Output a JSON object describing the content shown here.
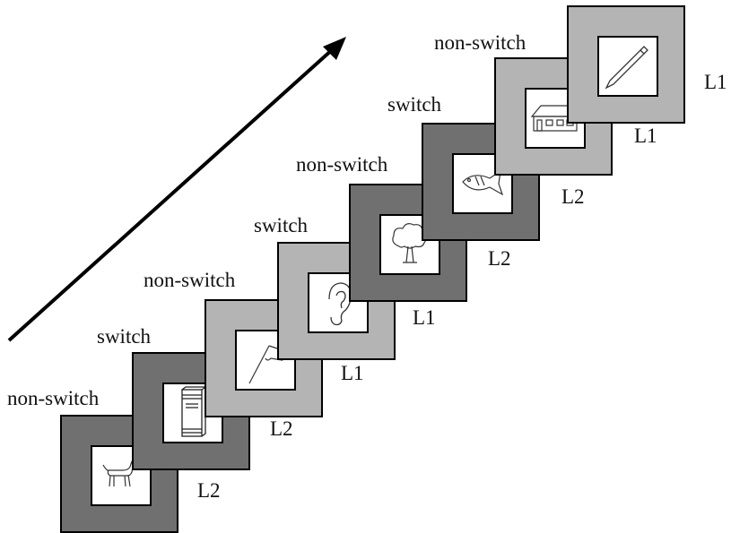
{
  "trials": [
    {
      "picture": "dog-icon",
      "cue": "dark",
      "condition": "non-switch",
      "language": "L2"
    },
    {
      "picture": "book-icon",
      "cue": "dark",
      "condition": "switch",
      "language": "L2"
    },
    {
      "picture": "flag-icon",
      "cue": "light",
      "condition": "non-switch",
      "language": "L1"
    },
    {
      "picture": "ear-icon",
      "cue": "light",
      "condition": "switch",
      "language": "L1"
    },
    {
      "picture": "tree-icon",
      "cue": "dark",
      "condition": "non-switch",
      "language": "L2"
    },
    {
      "picture": "fish-icon",
      "cue": "dark",
      "condition": "switch",
      "language": "L2"
    },
    {
      "picture": "house-icon",
      "cue": "light",
      "condition": "non-switch",
      "language": "L1"
    },
    {
      "picture": "pencil-icon",
      "cue": "light",
      "condition": "",
      "language": "L1"
    }
  ],
  "colors": {
    "dark_frame": "#707070",
    "light_frame": "#b4b4b4"
  }
}
